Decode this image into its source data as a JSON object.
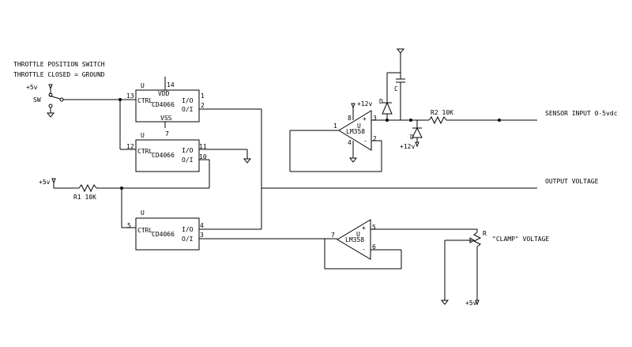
{
  "title_line1": "THROTTLE POSITION SWITCH",
  "title_line2": "THROTTLE CLOSED = GROUND",
  "supply_5v": "+5v",
  "supply_12v": "+12v",
  "switch_label": "SW",
  "r1_label": "R1  10K",
  "r2_label": "R2  10K",
  "cap_label": "C",
  "diode_label": "D",
  "pot_label": "R",
  "sensor_input": "SENSOR INPUT 0-5vdc",
  "output_voltage": "OUTPUT VOLTAGE",
  "clamp_voltage": "\"CLAMP\" VOLTAGE",
  "ic": {
    "unit": "U",
    "name": "CD4066",
    "ctrl": "CTRL",
    "io": "I/O",
    "oi": "O/I",
    "vdd": "VDD",
    "vss": "VSS"
  },
  "opamp": {
    "unit": "U",
    "name": "LM358",
    "plus": "+",
    "minus": "-"
  },
  "pins": {
    "u1_ctrl": "13",
    "u1_io": "1",
    "u1_oi": "2",
    "u1_vdd": "14",
    "u1_vss": "7",
    "u2_ctrl": "12",
    "u2_io": "11",
    "u2_oi": "10",
    "u3_ctrl": "5",
    "u3_io": "4",
    "u3_oi": "3",
    "a1_out": "1",
    "a1_plus": "3",
    "a1_minus": "2",
    "a1_vcc": "8",
    "a1_gnd": "4",
    "a2_out": "7",
    "a2_plus": "5",
    "a2_minus": "6"
  }
}
